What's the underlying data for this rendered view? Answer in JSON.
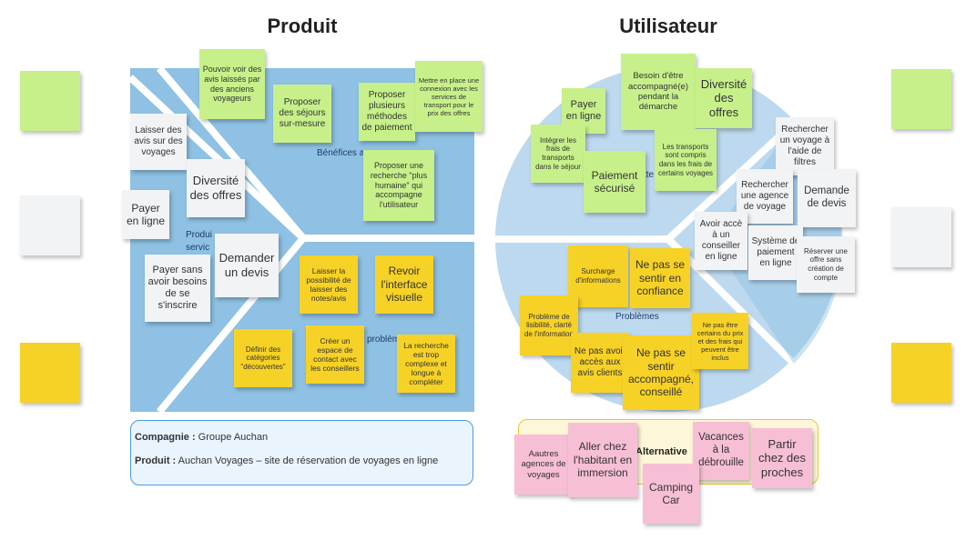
{
  "titles": {
    "produit": "Produit",
    "utilisateur": "Utilisateur"
  },
  "canvas_labels": {
    "benefices": "Bénéfices a",
    "produits": "Produi\nservic",
    "problemes_left": "problèm",
    "attentes": "tte",
    "problemes_right": "Problèmes",
    "alternatives": "Alternative"
  },
  "info": {
    "company_label": "Compagnie :",
    "company_value": " Groupe Auchan",
    "product_label": "Produit :",
    "product_value": " Auchan Voyages – site de réservation de voyages en ligne"
  },
  "left_notes": [
    {
      "text": "Pouvoir voir des avis laissés par des anciens voyageurs",
      "color": "green"
    },
    {
      "text": "Proposer des séjours sur-mesure",
      "color": "green"
    },
    {
      "text": "Proposer plusieurs méthodes de paiement",
      "color": "green"
    },
    {
      "text": "Mettre en place une connexion avec les services de transport pour le prix des offres",
      "color": "green"
    },
    {
      "text": "Proposer une recherche \"plus humaine\" qui accompagne l'utilisateur",
      "color": "green"
    },
    {
      "text": "Laisser des avis sur des voyages",
      "color": "white"
    },
    {
      "text": "Diversité des offres",
      "color": "white"
    },
    {
      "text": "Payer en ligne",
      "color": "white"
    },
    {
      "text": "Demander un devis",
      "color": "white"
    },
    {
      "text": "Payer sans avoir besoins de se s'inscrire",
      "color": "white"
    },
    {
      "text": "Laisser la possibilité de laisser des notes/avis",
      "color": "yellow"
    },
    {
      "text": "Revoir l'interface visuelle",
      "color": "yellow"
    },
    {
      "text": "Définir des catégories \"découvertes\"",
      "color": "yellow"
    },
    {
      "text": "Créer un espace de contact avec les conseillers",
      "color": "yellow"
    },
    {
      "text": "La recherche est trop complexe et longue à compléter",
      "color": "yellow"
    }
  ],
  "right_notes": [
    {
      "text": "Besoin d'être accompagné(e) pendant la démarche",
      "color": "green"
    },
    {
      "text": "Diversité des offres",
      "color": "green"
    },
    {
      "text": "Payer en ligne",
      "color": "green"
    },
    {
      "text": "Intégrer les frais de transports dans le séjour",
      "color": "green"
    },
    {
      "text": "Les transports sont compris dans les frais de certains voyages",
      "color": "green"
    },
    {
      "text": "Paiement sécurisé",
      "color": "green"
    },
    {
      "text": "Rechercher un voyage à l'aide de filtres",
      "color": "white"
    },
    {
      "text": "Rechercher une agence de voyage",
      "color": "white"
    },
    {
      "text": "Demande de devis",
      "color": "white"
    },
    {
      "text": "Avoir accè à un conseiller en ligne",
      "color": "white"
    },
    {
      "text": "Système de paiement en ligne",
      "color": "white"
    },
    {
      "text": "Réserver une offre sans création de compte",
      "color": "white"
    },
    {
      "text": "Surcharge d'informations",
      "color": "yellow"
    },
    {
      "text": "Ne pas se sentir en confiance",
      "color": "yellow"
    },
    {
      "text": "Problème de lisibilité, clarté de l'information",
      "color": "yellow"
    },
    {
      "text": "Ne pas avoir accès aux avis clients",
      "color": "yellow"
    },
    {
      "text": "Ne pas se sentir accompagné, conseillé",
      "color": "yellow"
    },
    {
      "text": "Ne pas être certains du prix et des frais qui peuvent être inclus",
      "color": "yellow"
    },
    {
      "text": "Aautres agences de voyages",
      "color": "pink"
    },
    {
      "text": "Aller chez l'habitant en immersion",
      "color": "pink"
    },
    {
      "text": "Vacances à la débrouille",
      "color": "pink"
    },
    {
      "text": "Partir chez des proches",
      "color": "pink"
    },
    {
      "text": "Camping Car",
      "color": "pink"
    }
  ],
  "colors": {
    "canvas_blue": "#8ec1e3",
    "circle_blue": "#bcd9ef",
    "green": "#c7f08a",
    "yellow": "#f7d226",
    "white": "#f2f3f5",
    "pink": "#f7bfd6"
  }
}
